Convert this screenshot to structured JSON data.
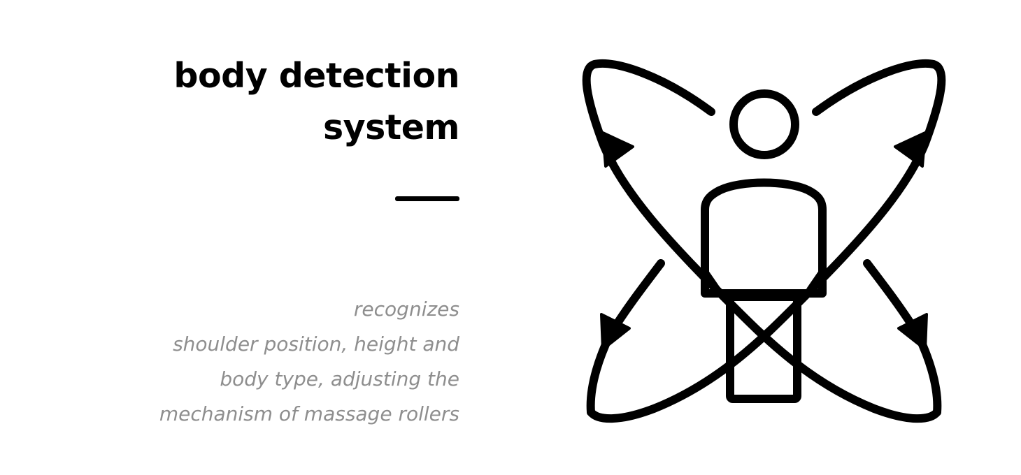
{
  "title": {
    "line1": "body detection",
    "line2": "system"
  },
  "description": {
    "line1": "recognizes",
    "line2": "shoulder position, height and",
    "line3": "body type, adjusting the",
    "line4": "mechanism of massage rollers"
  },
  "colors": {
    "title": "#000000",
    "description": "#8e8e8e",
    "icon_stroke": "#000000",
    "background": "#ffffff"
  },
  "illustration": {
    "icon": "body-scan-icon"
  }
}
